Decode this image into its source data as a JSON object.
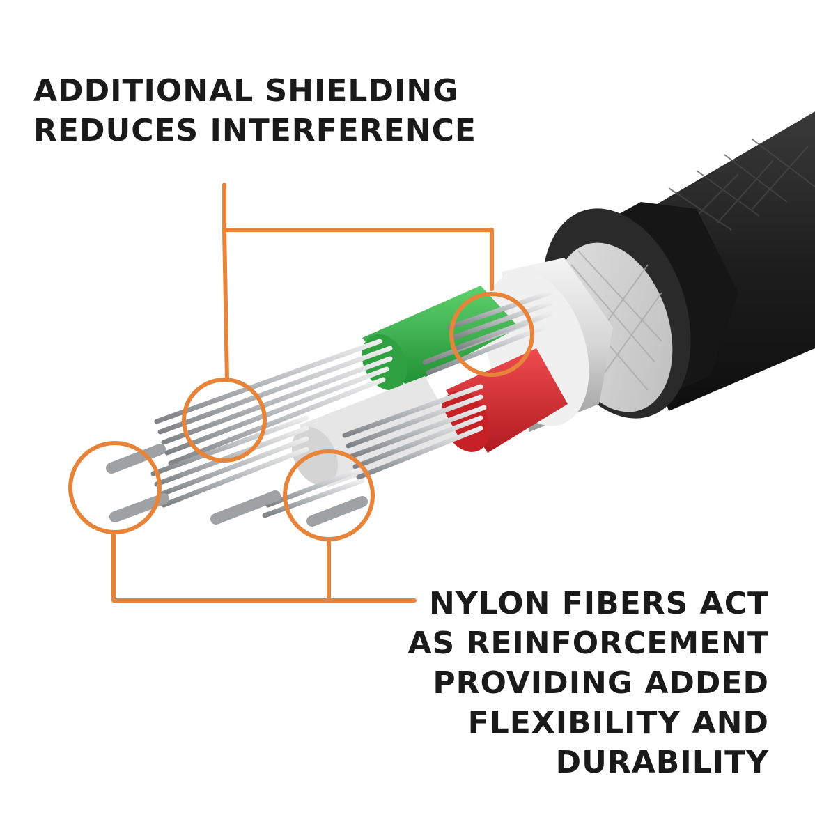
{
  "captions": {
    "top": [
      "ADDITIONAL SHIELDING",
      "REDUCES INTERFERENCE"
    ],
    "bottom": [
      "NYLON FIBERS ACT",
      "AS REINFORCEMENT",
      "PROVIDING ADDED",
      "FLEXIBILITY AND",
      "DURABILITY"
    ]
  },
  "colors": {
    "accent_orange": "#e8843a",
    "jacket": "#1c1c1c",
    "wire_green": "#35b04a",
    "wire_red": "#d9262b",
    "wire_white": "#e6e6e6",
    "strand_silver": "#b9bcbe"
  }
}
